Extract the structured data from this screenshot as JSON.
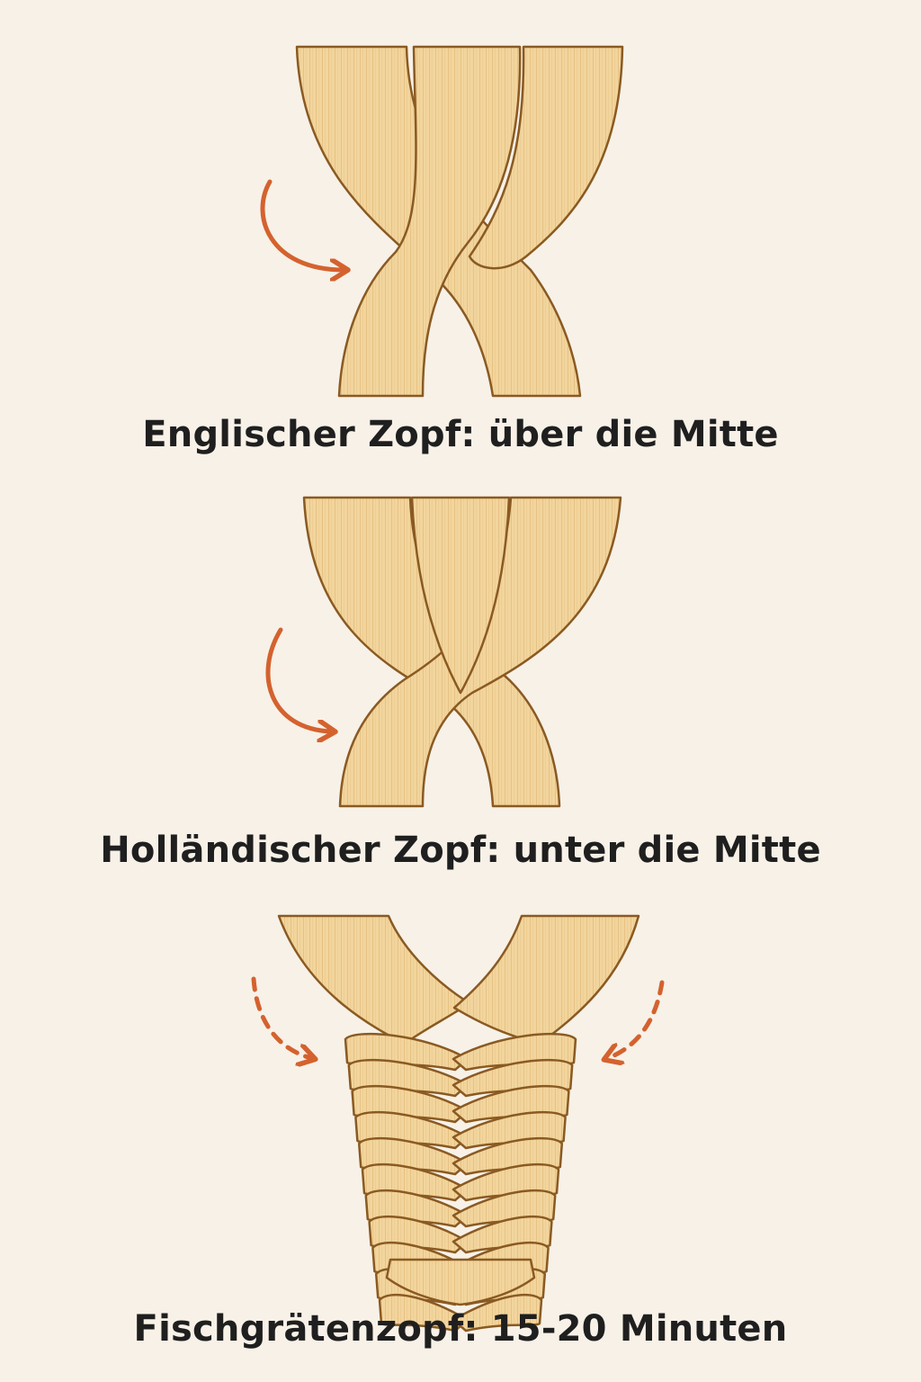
{
  "colors": {
    "background": "#f7f1e8",
    "hair_fill": "#f2d59d",
    "hair_outline": "#8a5a22",
    "hair_texture": "#e2bd7c",
    "arrow": "#d4622e",
    "text": "#1f1f1f"
  },
  "panels": [
    {
      "caption": "Englischer Zopf: über die Mitte",
      "arrow_style": "solid"
    },
    {
      "caption": "Holländischer Zopf: unter die Mitte",
      "arrow_style": "solid"
    },
    {
      "caption": "Fischgrätenzopf: 15-20 Minuten",
      "arrow_style": "dashed"
    }
  ]
}
